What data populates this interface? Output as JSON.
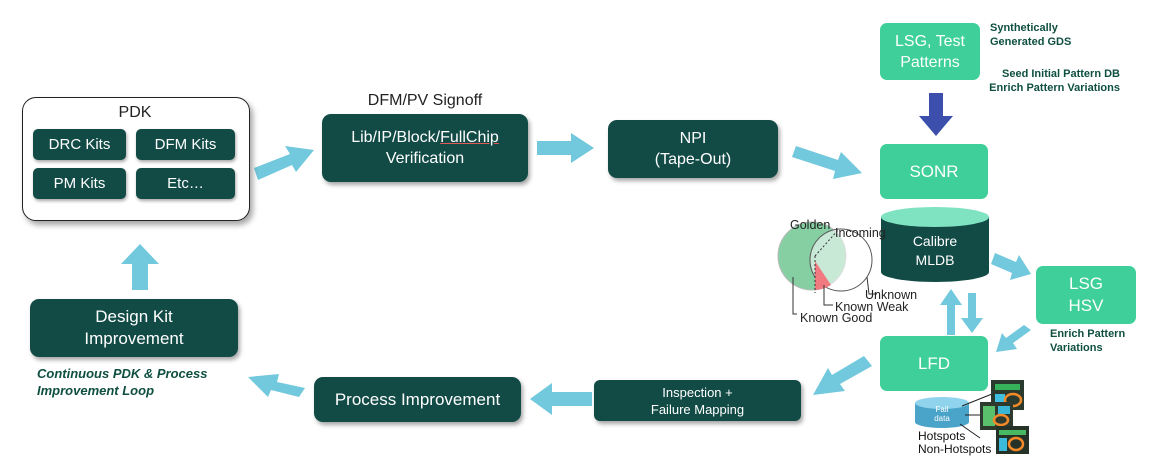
{
  "pdk": {
    "title": "PDK",
    "kits": [
      "DRC Kits",
      "DFM Kits",
      "PM Kits",
      "Etc…"
    ]
  },
  "signoff": {
    "caption": "DFM/PV Signoff",
    "line1_prefix": "Lib/IP/Block/",
    "line1_underlined": "FullChip",
    "line2": "Verification"
  },
  "npi": {
    "line1": "NPI",
    "line2": "(Tape-Out)"
  },
  "lsg_test": {
    "line1": "LSG, Test",
    "line2": "Patterns"
  },
  "notes": {
    "synthetic_line1": "Synthetically",
    "synthetic_line2": "Generated GDS",
    "seed_line1": "Seed Initial Pattern DB",
    "seed_line2": "Enrich Pattern Variations",
    "enrich_line1": "Enrich  Pattern",
    "enrich_line2": "Variations"
  },
  "sonr": "SONR",
  "calibre": {
    "line1": "Calibre",
    "line2": "MLDB"
  },
  "venn": {
    "golden": "Golden",
    "incoming": "Incoming",
    "unknown": "Unknown",
    "known_weak": "Known Weak",
    "known_good": "Known Good",
    "colors": {
      "golden": "#86cfa2",
      "incoming": "#ffffff",
      "weak": "#f07a80"
    }
  },
  "lsg_hsv": {
    "line1": "LSG",
    "line2": "HSV"
  },
  "lfd": "LFD",
  "fail": {
    "cylinder_line1": "Fail",
    "cylinder_line2": "data",
    "hotspots": "Hotspots",
    "non_hotspots": "Non-Hotspots"
  },
  "inspection": {
    "line1": "Inspection +",
    "line2": "Failure Mapping"
  },
  "process_improvement": "Process Improvement",
  "design_kit": {
    "line1": "Design Kit",
    "line2": "Improvement"
  },
  "loop_caption": {
    "line1": "Continuous PDK & Process",
    "line2": "Improvement Loop"
  },
  "colors": {
    "dark_box": "#124b46",
    "mint_box": "#3ecf9a",
    "arrow": "#72c8dc",
    "down_arrow": "#3c4fad",
    "note_text": "#0e4f40"
  }
}
